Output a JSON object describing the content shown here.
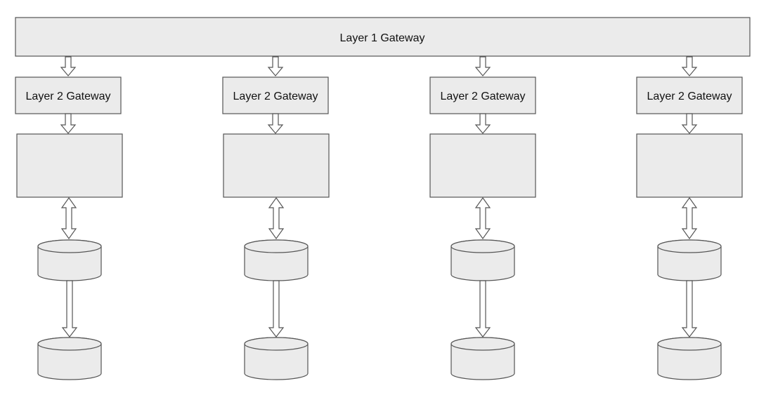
{
  "layer1": {
    "label": "Layer 1 Gateway"
  },
  "columns": [
    {
      "gateway_label": "Layer 2 Gateway"
    },
    {
      "gateway_label": "Layer 2 Gateway"
    },
    {
      "gateway_label": "Layer 2 Gateway"
    },
    {
      "gateway_label": "Layer 2 Gateway"
    }
  ]
}
